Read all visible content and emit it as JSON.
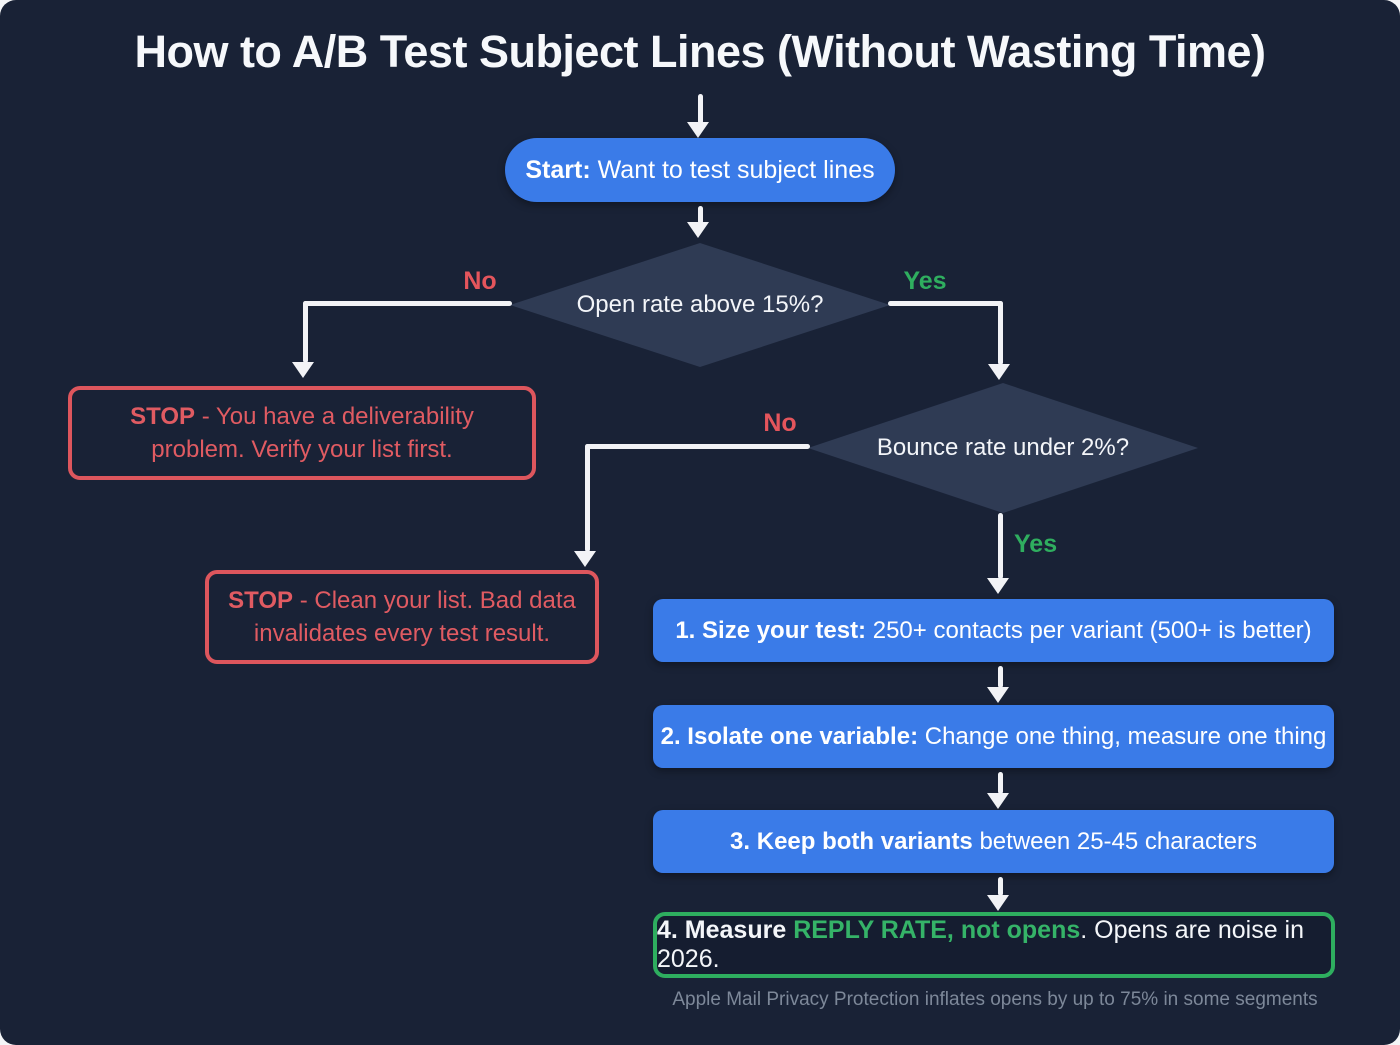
{
  "title": "How to A/B Test Subject Lines (Without Wasting Time)",
  "colors": {
    "background": "#192236",
    "node_blue": "#3a7be8",
    "diamond_fill": "#2f3b54",
    "stop_red": "#dd565d",
    "go_green": "#2fae5f",
    "arrow_white": "#f2f3f6",
    "footnote_gray": "#7d8899"
  },
  "start": {
    "prefix": "Start:",
    "text": " Want to test subject lines"
  },
  "decision1": {
    "question": "Open rate above 15%?",
    "no": "No",
    "yes": "Yes"
  },
  "stop1": {
    "bold": "STOP",
    "text": " - You have a deliverability problem. Verify your list first."
  },
  "decision2": {
    "question": "Bounce rate under 2%?",
    "no": "No",
    "yes": "Yes"
  },
  "stop2": {
    "bold": "STOP",
    "text": " - Clean your list. Bad data invalidates every test result."
  },
  "steps": [
    {
      "bold": "1. Size your test:",
      "rest": " 250+ contacts per variant (500+ is better)"
    },
    {
      "bold": "2. Isolate one variable:",
      "rest": " Change one thing, measure one thing"
    },
    {
      "bold": "3. Keep both variants",
      "rest": " between 25-45 characters"
    }
  ],
  "final": {
    "bold": "4. Measure ",
    "highlight": "REPLY RATE, not opens",
    "rest": ". Opens are noise in 2026."
  },
  "footnote": "Apple Mail Privacy Protection inflates opens by up to 75% in some segments"
}
